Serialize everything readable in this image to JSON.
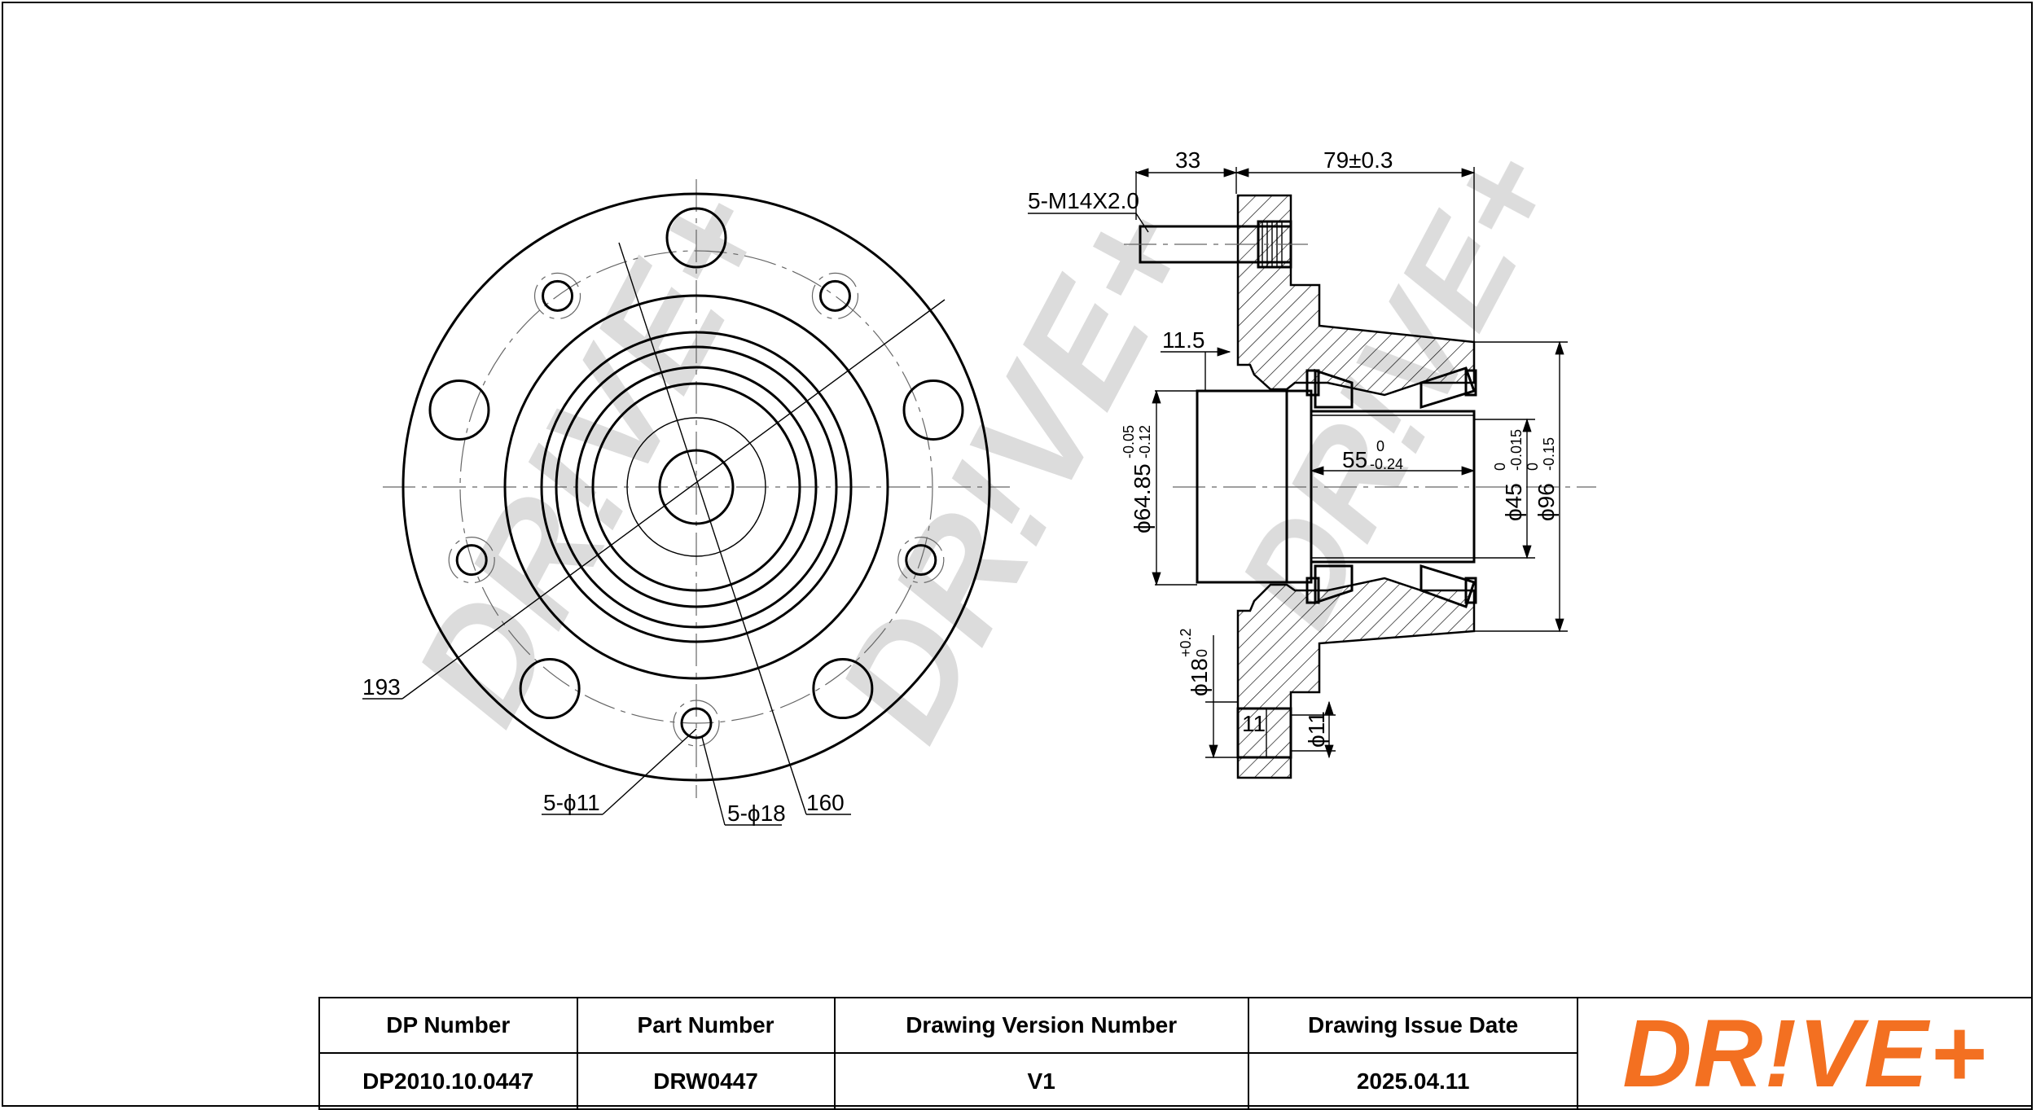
{
  "drawing": {
    "front_view": {
      "labels": {
        "pcd_outer": "193",
        "pcd_bolt": "160",
        "holes_small": "5-ϕ11",
        "holes_large": "5-ϕ18"
      }
    },
    "section_view": {
      "labels": {
        "stud_thread": "5-M14X2.0",
        "dim_33": "33",
        "dim_79": "79±0.3",
        "dim_11_5": "11.5",
        "dim_55": "55",
        "dim_55_tol_upper": "0",
        "dim_55_tol_lower": "-0.24",
        "dim_64_85": "ϕ64.85",
        "dim_64_85_tol_upper": "-0.05",
        "dim_64_85_tol_lower": "-0.12",
        "dim_45": "ϕ45",
        "dim_45_tol_upper": "0",
        "dim_45_tol_lower": "-0.015",
        "dim_96": "ϕ96",
        "dim_96_tol_upper": "0",
        "dim_96_tol_lower": "-0.15",
        "dim_18": "ϕ18",
        "dim_18_tol_upper": "+0.2",
        "dim_18_tol_lower": "0",
        "dim_11_width": "11",
        "dim_11_dia": "ϕ11"
      }
    },
    "watermark": "DR!VE+"
  },
  "title_block": {
    "headers": [
      "DP Number",
      "Part Number",
      "Drawing Version Number",
      "Drawing Issue Date"
    ],
    "values": [
      "DP2010.10.0447",
      "DRW0447",
      "V1",
      "2025.04.11"
    ],
    "logo_text": "DR!VE+",
    "logo_color": "#f37021"
  }
}
